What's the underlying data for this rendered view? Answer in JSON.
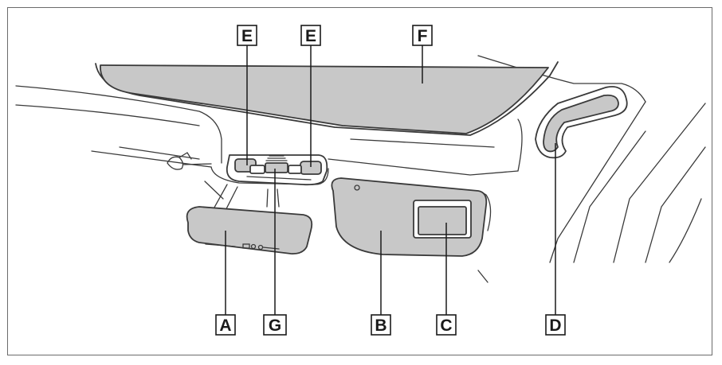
{
  "callouts": {
    "e_left": "E",
    "e_right": "E",
    "f": "F",
    "a": "A",
    "g": "G",
    "b": "B",
    "c": "C",
    "d": "D"
  },
  "colors": {
    "highlight": "#c8c8c8",
    "line": "#3a3a3a",
    "frame": "#6b6b6b"
  }
}
